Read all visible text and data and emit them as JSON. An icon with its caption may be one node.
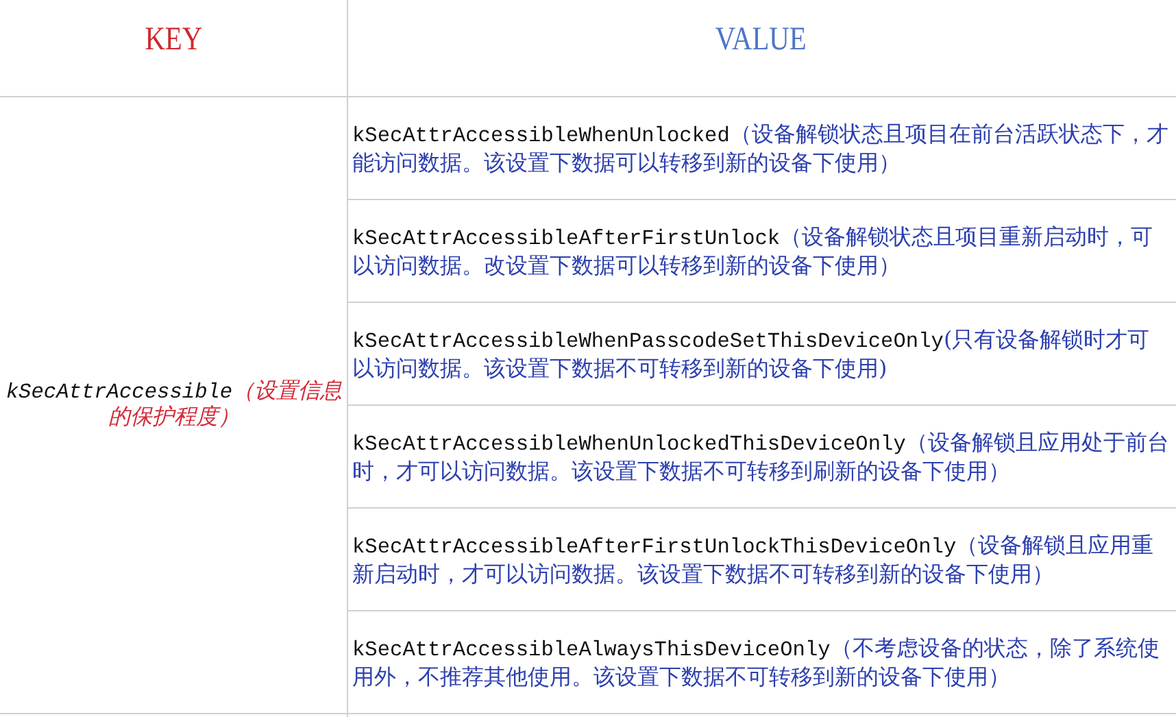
{
  "diagram": {
    "labels": [
      "KEY",
      "VALUE",
      "kSecAttrAccessible",
      "（设置信息的保护程度）",
      "kSecAttrAccessibleWhenUnlocked",
      "（设备解锁状态且项目在前台活跃状态下，才能访问数据。该设置下数据可以转移到新的设备下使用）",
      "kSecAttrAccessibleAfterFirstUnlock",
      "（设备解锁状态且项目重新启动时，可以访问数据。改设置下数据可以转移到新的设备下使用）",
      "kSecAttrAccessibleWhenPasscodeSetThisDeviceOnly",
      "(只有设备解锁时才可以访问数据。该设置下数据不可转移到新的设备下使用)",
      "kSecAttrAccessibleWhenUnlockedThisDeviceOnly",
      "（设备解锁且应用处于前台时，才可以访问数据。该设置下数据不可转移到刷新的设备下使用）",
      "kSecAttrAccessibleAfterFirstUnlockThisDeviceOnly",
      "（设备解锁且应用重新启动时，才可以访问数据。该设置下数据不可转移到新的设备下使用）",
      "kSecAttrAccessibleAlwaysThisDeviceOnly",
      "（不考虑设备的状态，除了系统使用外，不推荐其他使用。该设置下数据不可转移到新的设备下使用）"
    ]
  }
}
